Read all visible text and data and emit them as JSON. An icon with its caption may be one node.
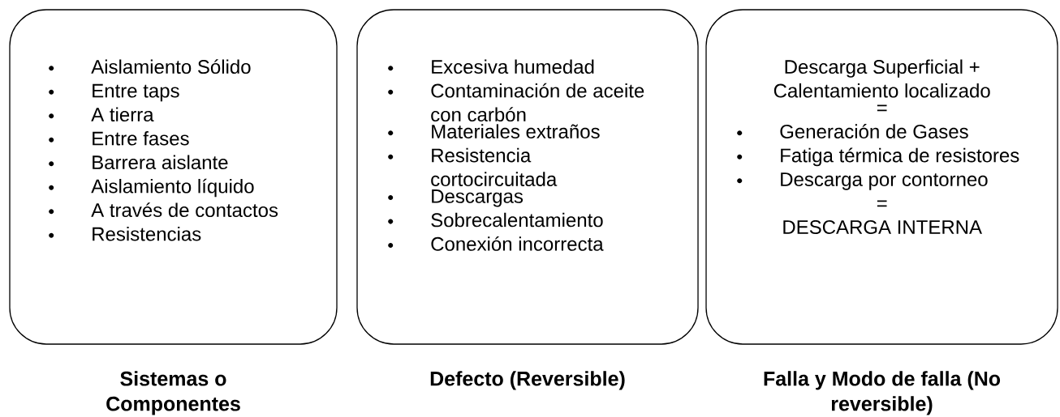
{
  "diagram": {
    "nodes": [
      {
        "text": [
          "Aislamiento Sólido",
          "Entre taps",
          "A tierra",
          "Entre fases",
          "Barrera aislante",
          "Aislamiento líquido",
          "A través de contactos",
          "Resistencias",
          "Sistemas o Componentes"
        ]
      },
      {
        "text": [
          "Excesiva humedad",
          "Contaminación de aceite con carbón",
          "Materiales extraños",
          "Resistencia cortocircuitada",
          "Descargas",
          "Sobrecalentamiento",
          "Conexión incorrecta",
          "Defecto (Reversible)"
        ]
      },
      {
        "text": [
          "Descarga Superficial + Calentamiento localizado",
          "=",
          "Generación de Gases",
          "Fatiga térmica de resistores",
          "Descarga por contorneo",
          "=",
          "DESCARGA INTERNA",
          "Falla y Modo de falla (No reversible)"
        ]
      }
    ]
  }
}
